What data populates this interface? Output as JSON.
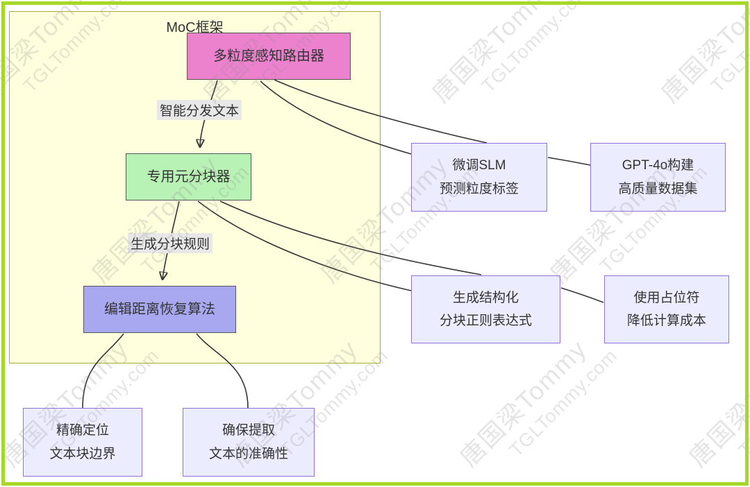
{
  "diagram": {
    "cluster": {
      "title": "MoC框架"
    },
    "nodes": {
      "router": {
        "label": "多粒度感知路由器"
      },
      "meta_chunker": {
        "label": "专用元分块器"
      },
      "edit_distance": {
        "label": "编辑距离恢复算法"
      },
      "finetune_slm": {
        "line1": "微调SLM",
        "line2": "预测粒度标签"
      },
      "gpt4o_dataset": {
        "line1": "GPT-4o构建",
        "line2": "高质量数据集"
      },
      "regex_rules": {
        "line1": "生成结构化",
        "line2": "分块正则表达式"
      },
      "placeholder_cost": {
        "line1": "使用占位符",
        "line2": "降低计算成本"
      },
      "locate_boundary": {
        "line1": "精确定位",
        "line2": "文本块边界"
      },
      "extract_accuracy": {
        "line1": "确保提取",
        "line2": "文本的准确性"
      }
    },
    "edge_labels": {
      "dispatch": "智能分发文本",
      "generate_rules": "生成分块规则"
    },
    "colors": {
      "router_fill": "#ec82ce",
      "chunker_fill": "#b9f2b5",
      "edit_distance_fill": "#a8a8f0",
      "styled_node_border": "#555555",
      "default_node_fill": "#ececff",
      "default_node_border": "#9370db",
      "cluster_fill": "#ffffde",
      "cluster_border": "#aaaa33",
      "edge_line": "#333333",
      "edge_label_bg": "#e8e8e8",
      "text": "#333333",
      "outer_border": "#a6d927"
    }
  },
  "watermark": {
    "line1": "唐国梁Tommy",
    "line2": "TGLTommy.com"
  }
}
